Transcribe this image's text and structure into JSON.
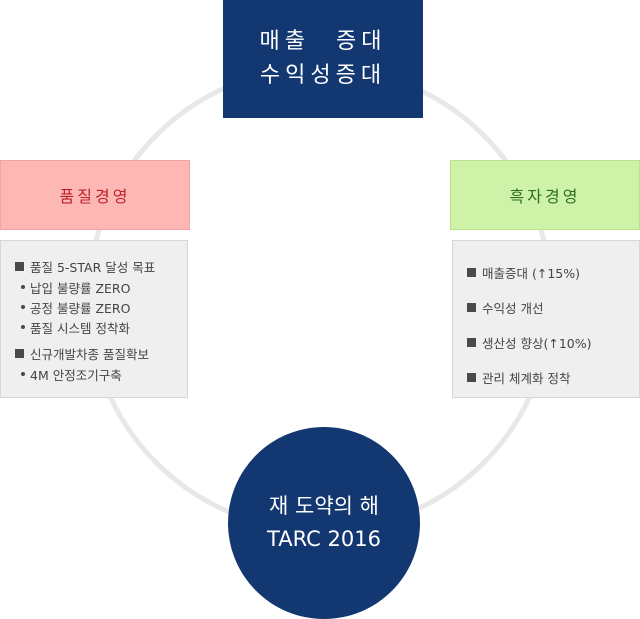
{
  "top_box": {
    "line1": "매출 증대",
    "line2": "수익성증대"
  },
  "left": {
    "heading": "품질경영",
    "items": [
      {
        "text": "품질 5-STAR 달성 목표",
        "subs": [
          "납입 불량률 ZERO",
          "공정 불량률 ZERO",
          "품질 시스템 정착화"
        ]
      },
      {
        "text": "신규개발차종 품질확보",
        "subs": [
          "4M 안정조기구축"
        ]
      }
    ]
  },
  "right": {
    "heading": "흑자경영",
    "items": [
      "매출증대 (↑15%)",
      "수익성 개선",
      "생산성 향상(↑10%)",
      "관리 체계화 정착"
    ]
  },
  "bottom_circle": {
    "line1": "재 도약의 해",
    "line2": "TARC 2016"
  },
  "colors": {
    "navy": "#133770",
    "ring": "#e8e8e8",
    "left_heading_bg": "#fdb8b6",
    "left_heading_text": "#c0202a",
    "right_heading_bg": "#cdf2a8",
    "right_heading_text": "#2e6e20",
    "panel_bg": "#efefef"
  }
}
